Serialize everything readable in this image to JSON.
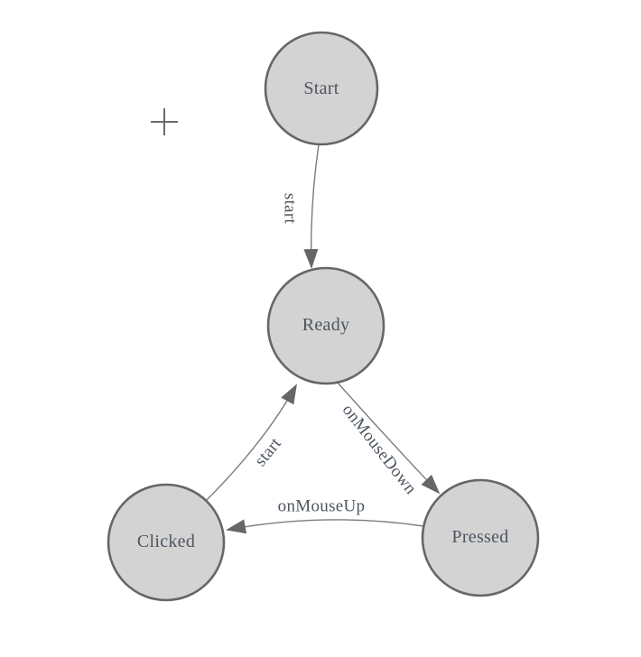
{
  "colors": {
    "background": "#ffffff",
    "node_fill": "#d3d3d3",
    "node_stroke": "#666666",
    "edge_stroke": "#7c7c7c",
    "arrow_fill": "#666666",
    "label_text": "#4e5560",
    "crosshair": "#6a6a6a"
  },
  "nodes": [
    {
      "id": "start",
      "label": "Start"
    },
    {
      "id": "ready",
      "label": "Ready"
    },
    {
      "id": "clicked",
      "label": "Clicked"
    },
    {
      "id": "pressed",
      "label": "Pressed"
    }
  ],
  "edges": [
    {
      "id": "start-to-ready",
      "label": "start"
    },
    {
      "id": "clicked-to-ready",
      "label": "start"
    },
    {
      "id": "ready-to-pressed",
      "label": "onMouseDown"
    },
    {
      "id": "pressed-to-clicked",
      "label": "onMouseUp"
    }
  ]
}
